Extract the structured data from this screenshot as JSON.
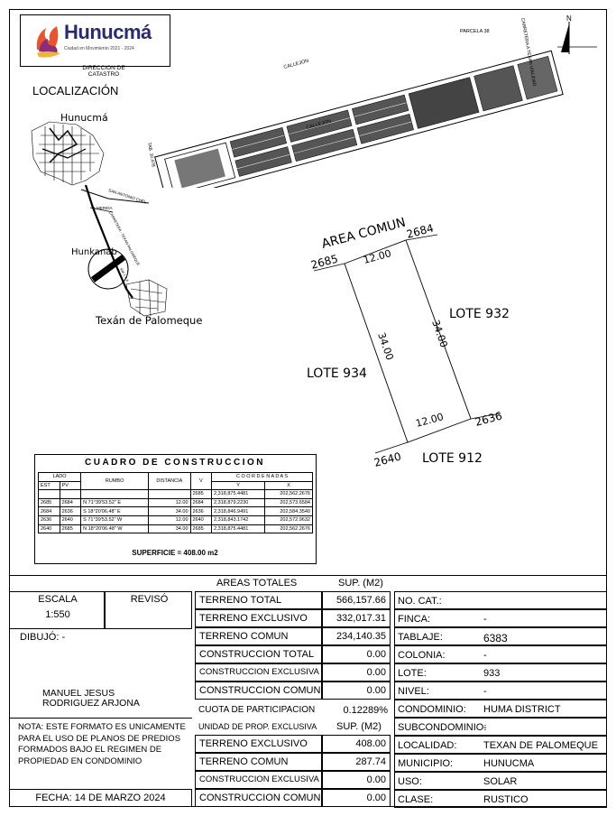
{
  "header": {
    "brand": "Hunucmá",
    "brand_sub": "Ciudad en Movimiento 2021 - 2024",
    "department_line1": "DIRECCION DE",
    "department_line2": "CATASTRO",
    "section_title": "LOCALIZACIÓN"
  },
  "location_map": {
    "town_hunucma": "Hunucmá",
    "town_hunkanab": "Hunkanab",
    "town_texan": "Texán de Palomeque",
    "road_1": "SAN ANTONIO CHEL",
    "road_2": "A MERIDA",
    "road_3": "CARRETERA - TEXAN PALOMEQUE",
    "road_4": "KM 1.4 A"
  },
  "site_plan": {
    "parcela": "PARCELA 38",
    "carretera": "CARRETERA A TEXAN VIALIDAD",
    "callejon_1": "CALLEJON",
    "callejon_2": "CALLEJON",
    "side_label": "TAB. 10,478",
    "north": "N"
  },
  "lot_plan": {
    "area_comun": "AREA COMUN",
    "lote_932": "LOTE 932",
    "lote_934": "LOTE 934",
    "lote_912": "LOTE 912",
    "v_2685": "2685",
    "v_2684": "2684",
    "v_2636": "2636",
    "v_2640": "2640",
    "d_top": "12.00",
    "d_right": "34.00",
    "d_left": "34.00",
    "d_bottom": "12.00"
  },
  "cuadro": {
    "title": "CUADRO DE CONSTRUCCION",
    "h_lado": "LADO",
    "h_est": "EST",
    "h_pv": "PV",
    "h_rumbo": "RUMBO",
    "h_distancia": "DISTANCIA",
    "h_v": "V",
    "h_coord": "C O O R D E N A D A S",
    "h_y": "Y",
    "h_x": "X",
    "rows": [
      {
        "est": "",
        "pv": "",
        "rumbo": "",
        "dist": "",
        "v": "2685",
        "y": "2,318,875.4481",
        "x": "202,562.2676"
      },
      {
        "est": "2685",
        "pv": "2684",
        "rumbo": "N 71°39'53.52\" E",
        "dist": "12.00",
        "v": "2684",
        "y": "2,318,879.2230",
        "x": "202,573.6584"
      },
      {
        "est": "2684",
        "pv": "2636",
        "rumbo": "S 18°20'06.48\" E",
        "dist": "34.00",
        "v": "2636",
        "y": "2,318,846.9491",
        "x": "202,584.3540"
      },
      {
        "est": "2636",
        "pv": "2640",
        "rumbo": "S 71°39'53.52\" W",
        "dist": "12.00",
        "v": "2640",
        "y": "2,318,843.1742",
        "x": "202,572.9632"
      },
      {
        "est": "2640",
        "pv": "2685",
        "rumbo": "N 18°20'06.48\" W",
        "dist": "34.00",
        "v": "2685",
        "y": "2,318,875.4481",
        "x": "202,562.2676"
      }
    ],
    "superficie": "SUPERFICIE = 408.00 m2"
  },
  "info": {
    "escala_label": "ESCALA",
    "escala_value": "1:550",
    "reviso_label": "REVISÓ",
    "dibujo_label": "DIBUJÓ:  -",
    "author_line1": "MANUEL JESUS",
    "author_line2": "RODRIGUEZ ARJONA",
    "nota": "NOTA: ESTE FORMATO ES UNICAMENTE PARA EL USO DE PLANOS DE PREDIOS FORMADOS BAJO EL REGIMEN DE PROPIEDAD EN CONDOMINIO",
    "fecha": "FECHA: 14 DE MARZO 2024"
  },
  "areas": {
    "header_label": "AREAS TOTALES",
    "header_unit": "SUP. (M2)",
    "rows": [
      {
        "label": "TERRENO TOTAL",
        "value": "566,157.66"
      },
      {
        "label": "TERRENO EXCLUSIVO",
        "value": "332,017.31"
      },
      {
        "label": "TERRENO COMUN",
        "value": "234,140.35"
      },
      {
        "label": "CONSTRUCCION TOTAL",
        "value": "0.00"
      },
      {
        "label": "CONSTRUCCION EXCLUSIVA",
        "value": "0.00"
      },
      {
        "label": "CONSTRUCCION COMUN",
        "value": "0.00"
      }
    ],
    "cuota_label": "CUOTA DE PARTICIPACION",
    "cuota_value": "0.12289%",
    "unidad_label": "UNIDAD DE PROP. EXCLUSIVA",
    "unidad_unit": "SUP. (M2)",
    "unit_rows": [
      {
        "label": "TERRENO EXCLUSIVO",
        "value": "408.00"
      },
      {
        "label": "TERRENO COMUN",
        "value": "287.74"
      },
      {
        "label": "CONSTRUCCION EXCLUSIVA",
        "value": "0.00"
      },
      {
        "label": "CONSTRUCCION COMUN",
        "value": "0.00"
      }
    ]
  },
  "cadastral": [
    {
      "label": "NO. CAT.:",
      "value": ""
    },
    {
      "label": "FINCA:",
      "value": "-"
    },
    {
      "label": "TABLAJE:",
      "value": "6383"
    },
    {
      "label": "COLONIA:",
      "value": "-"
    },
    {
      "label": "LOTE:",
      "value": "933"
    },
    {
      "label": "NIVEL:",
      "value": "-"
    },
    {
      "label": "CONDOMINIO:",
      "value": "HUMA DISTRICT"
    },
    {
      "label": "SUBCONDOMINIO:",
      "value": "-"
    },
    {
      "label": "LOCALIDAD:",
      "value": "TEXAN DE PALOMEQUE"
    },
    {
      "label": "MUNICIPIO:",
      "value": "HUNUCMA"
    },
    {
      "label": "USO:",
      "value": "SOLAR"
    },
    {
      "label": "CLASE:",
      "value": "RUSTICO"
    }
  ]
}
